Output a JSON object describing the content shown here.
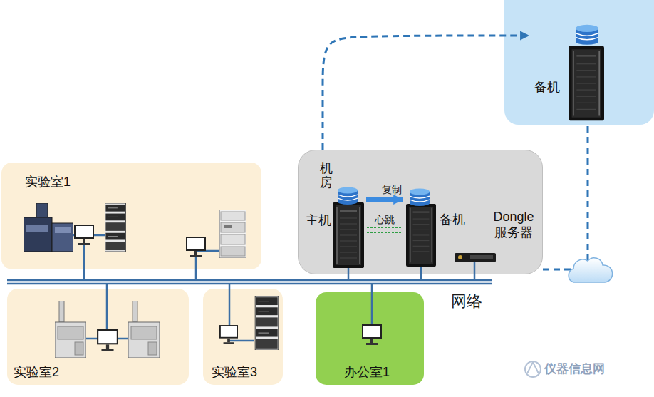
{
  "diagram": {
    "nodes": [
      {
        "text": [
          "实验室1"
        ]
      },
      {
        "text": [
          "实验室2"
        ]
      },
      {
        "text": [
          "实验室3"
        ]
      },
      {
        "text": [
          "办公室1"
        ]
      },
      {
        "text": [
          "机房"
        ]
      },
      {
        "text": [
          "主机"
        ],
        "in": 4
      },
      {
        "text": [
          "备机"
        ],
        "in": 4
      },
      {
        "text": [
          "Dongle 服务器"
        ],
        "in": 4
      },
      {
        "text": [
          "备机"
        ]
      }
    ],
    "edges": [
      {
        "from": 5,
        "to": 6,
        "arrow": "to",
        "label": "复制"
      },
      {
        "from": 5,
        "to": 6,
        "arrow": "none",
        "label": "心跳"
      },
      {
        "from": 4,
        "to": 8,
        "arrow": "to"
      },
      {
        "from": 4,
        "to": 8,
        "arrow": "none"
      }
    ],
    "labels": [
      "网络",
      "仪器信息网"
    ]
  }
}
